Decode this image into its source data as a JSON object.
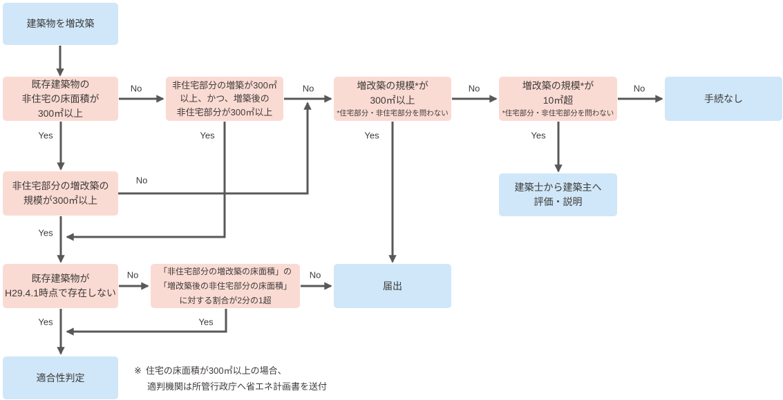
{
  "diagram": {
    "colors": {
      "node_pink": "#fadbd3",
      "node_blue": "#cfe7f8",
      "line": "#595757",
      "text": "#3e3a39"
    },
    "nodes": [
      {
        "id": "start",
        "kind": "blue",
        "lines": [
          "建築物を増改築"
        ]
      },
      {
        "id": "existing-nonres-floor-300",
        "kind": "pink",
        "lines": [
          "既存建築物の",
          "非住宅の床面積が",
          "300㎡以上"
        ]
      },
      {
        "id": "nonres-extension-300",
        "kind": "pink",
        "lines": [
          "非住宅部分の増築が300㎡",
          "以上、かつ、増築後の",
          "非住宅部分が300㎡以上"
        ]
      },
      {
        "id": "renovation-scale-300",
        "kind": "pink",
        "lines": [
          "増改築の規模*が",
          "300㎡以上"
        ],
        "note": "*住宅部分・非住宅部分を問わない"
      },
      {
        "id": "renovation-scale-10",
        "kind": "pink",
        "lines": [
          "増改築の規模*が",
          "10㎡超"
        ],
        "note": "*住宅部分・非住宅部分を問わない"
      },
      {
        "id": "no-procedure",
        "kind": "blue",
        "lines": [
          "手続なし"
        ]
      },
      {
        "id": "nonres-renovation-300",
        "kind": "pink",
        "lines": [
          "非住宅部分の増改築の",
          "規模が300㎡以上"
        ]
      },
      {
        "id": "architect-explanation",
        "kind": "blue",
        "lines": [
          "建築士から建築主へ",
          "評価・説明"
        ]
      },
      {
        "id": "existing-h29",
        "kind": "pink",
        "lines": [
          "既存建築物が",
          "H29.4.1時点で存在しない"
        ]
      },
      {
        "id": "floor-area-ratio",
        "kind": "pink",
        "lines": [
          "「非住宅部分の増改築の床面積」の",
          "「増改築後の非住宅部分の床面積」",
          "に対する割合が2分の1超"
        ]
      },
      {
        "id": "notification",
        "kind": "blue",
        "lines": [
          "届出"
        ]
      },
      {
        "id": "conformity-assessment",
        "kind": "blue",
        "lines": [
          "適合性判定"
        ]
      }
    ],
    "edges": [
      {
        "from": "start",
        "to": "existing-nonres-floor-300",
        "label": ""
      },
      {
        "from": "existing-nonres-floor-300",
        "to": "nonres-extension-300",
        "label": "No"
      },
      {
        "from": "existing-nonres-floor-300",
        "to": "nonres-renovation-300",
        "label": "Yes"
      },
      {
        "from": "nonres-extension-300",
        "to": "renovation-scale-300",
        "label": "No"
      },
      {
        "from": "nonres-extension-300",
        "to": "existing-h29",
        "label": "Yes"
      },
      {
        "from": "nonres-renovation-300",
        "to": "renovation-scale-300",
        "label": "No"
      },
      {
        "from": "nonres-renovation-300",
        "to": "existing-h29",
        "label": "Yes"
      },
      {
        "from": "renovation-scale-300",
        "to": "renovation-scale-10",
        "label": "No"
      },
      {
        "from": "renovation-scale-300",
        "to": "notification",
        "label": "Yes"
      },
      {
        "from": "renovation-scale-10",
        "to": "no-procedure",
        "label": "No"
      },
      {
        "from": "renovation-scale-10",
        "to": "architect-explanation",
        "label": "Yes"
      },
      {
        "from": "existing-h29",
        "to": "floor-area-ratio",
        "label": "No"
      },
      {
        "from": "existing-h29",
        "to": "conformity-assessment",
        "label": "Yes"
      },
      {
        "from": "floor-area-ratio",
        "to": "notification",
        "label": "No"
      },
      {
        "from": "floor-area-ratio",
        "to": "conformity-assessment",
        "label": "Yes"
      }
    ],
    "footnote": {
      "marker": "※",
      "line1": "住宅の床面積が300㎡以上の場合、",
      "line2": "適判機関は所管行政庁へ省エネ計画書を送付"
    }
  }
}
